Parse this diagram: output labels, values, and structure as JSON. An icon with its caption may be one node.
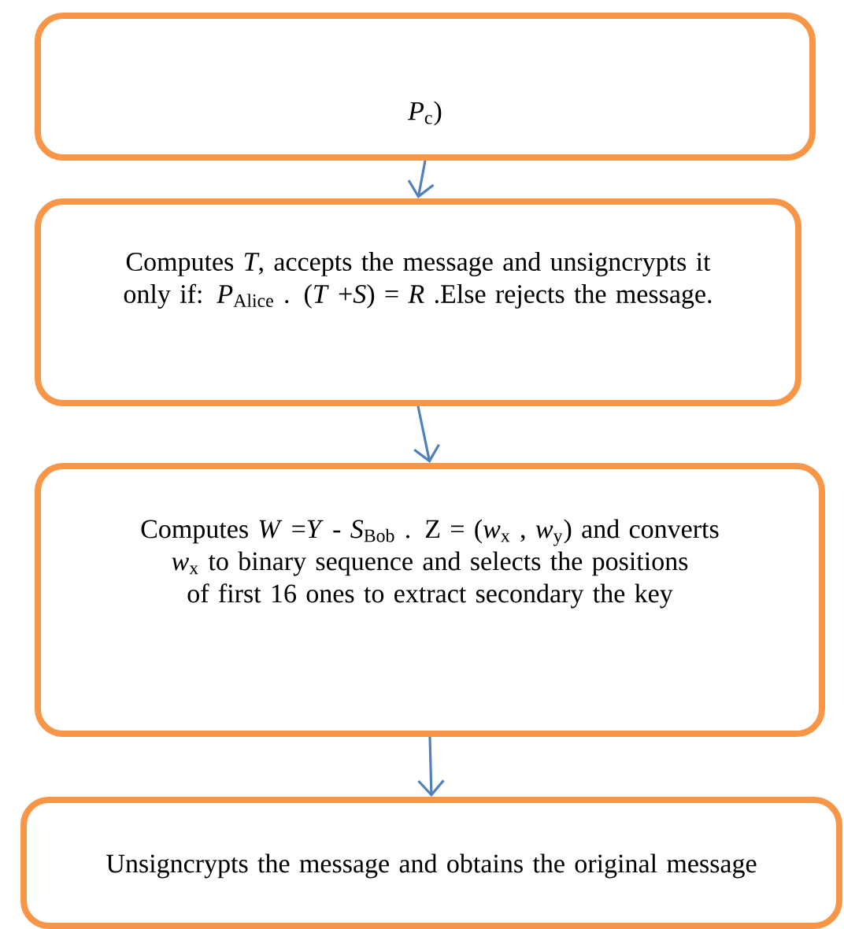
{
  "diagram": {
    "nodes": [
      {
        "text": [
          "*P*$_{c}$)"
        ]
      },
      {
        "text": [
          "Computes *T*, accepts the message and unsigncrypts it only if: *P*$_{Alice}$ . (*T* +*S*) = *R* .Else rejects the message."
        ]
      },
      {
        "text": [
          "Computes *W* =*Y* - *S*$_{Bob}$ . Z = (*w*$_{x}$ , *w*$_{y}$) and converts *w*$_{x}$ to binary sequence and selects the positions of first 16 ones to extract secondary the key"
        ]
      },
      {
        "text": [
          "Unsigncrypts the message and obtains the original message"
        ]
      }
    ],
    "edges": [
      {
        "from": 0,
        "to": 1,
        "arrow": "to"
      },
      {
        "from": 1,
        "to": 2,
        "arrow": "to"
      },
      {
        "from": 2,
        "to": 3,
        "arrow": "to"
      }
    ]
  }
}
